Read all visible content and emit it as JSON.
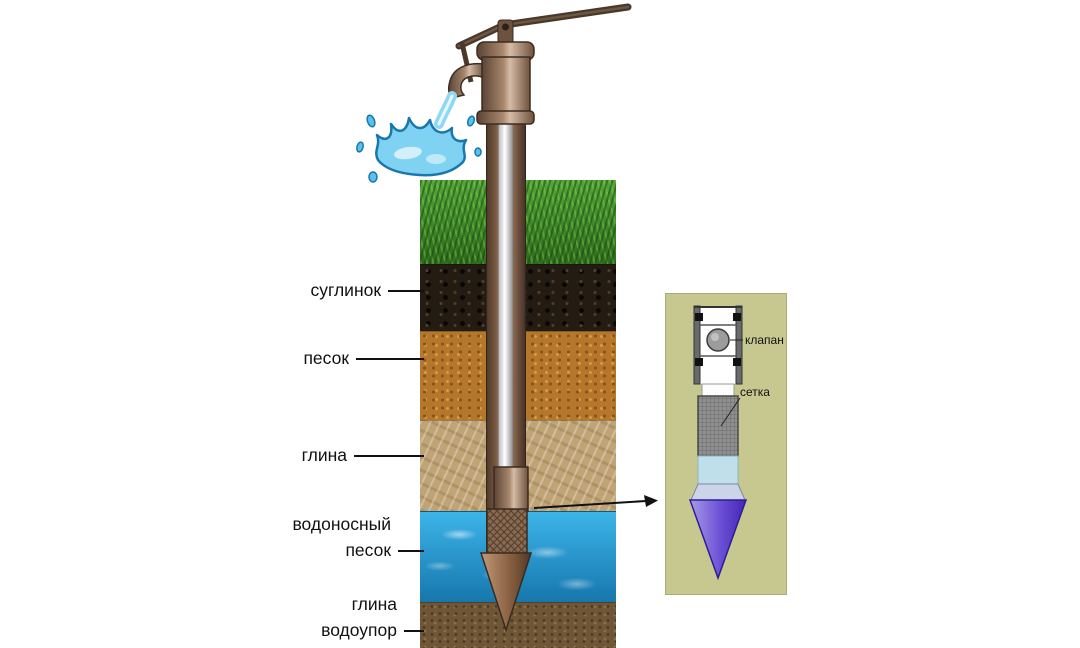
{
  "layer_labels": {
    "loam": "суглинок",
    "sand": "песок",
    "clay": "глина",
    "aquifer_line1": "водоносный",
    "aquifer_line2": "песок",
    "aquitard_line1": "глина",
    "aquitard_line2": "водоупор"
  },
  "inset_labels": {
    "valve": "клапан",
    "mesh": "сетка"
  },
  "colors": {
    "grass": "#3f8f2f",
    "loam": "#241c12",
    "sand": "#b5772b",
    "clay": "#c0a475",
    "aquifer_water": "#1f95cc",
    "aquitard": "#6e5637",
    "pipe_metal": "#8a6a52",
    "splash_water": "#7fd2f2",
    "inset_background": "#c6c88f",
    "inset_cone": "#6b4fd4"
  }
}
